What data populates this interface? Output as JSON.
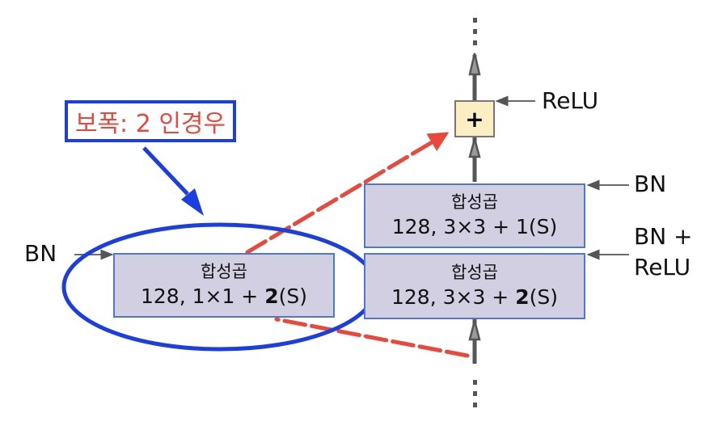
{
  "left_block": {
    "line1": "합성곱",
    "line2_prefix": "128, 1×1 + ",
    "line2_bold": "2",
    "line2_suffix": "(S)",
    "input_label": "BN"
  },
  "right_top_block": {
    "line1": "합성곱",
    "line2": "128, 3×3 + 1(S)",
    "input_label": "BN"
  },
  "right_bottom_block": {
    "line1": "합성곱",
    "line2_prefix": "128, 3×3 + ",
    "line2_bold": "2",
    "line2_suffix": "(S)",
    "input_label_line1": "BN +",
    "input_label_line2": "ReLU"
  },
  "add_node": {
    "symbol": "+",
    "label": "ReLU"
  },
  "annotation": {
    "text": "보폭: 2 인경우"
  },
  "colors": {
    "box_fill": "#d3cfe3",
    "box_border": "#4f79c6",
    "add_fill": "#fbeec2",
    "highlight_blue": "#1b3ee0",
    "shortcut_red": "#e8493c",
    "arrow_gray": "#555555"
  }
}
